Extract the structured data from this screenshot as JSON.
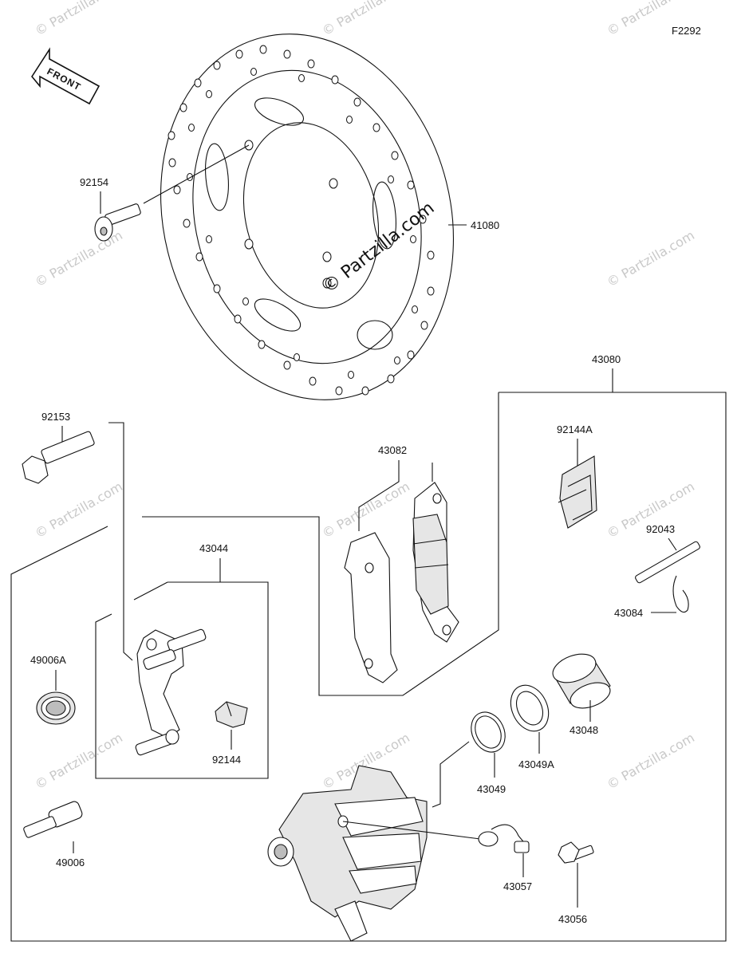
{
  "diagram_code": "F2292",
  "front_label": "FRONT",
  "watermark_small": "© Partzilla.com",
  "watermark_center": "© Partzilla.com",
  "parts": {
    "p41080": "41080",
    "p92154": "92154",
    "p92153": "92153",
    "p43080": "43080",
    "p92144A": "92144A",
    "p43082": "43082",
    "p92043": "92043",
    "p43084": "43084",
    "p43044": "43044",
    "p49006A": "49006A",
    "p92144": "92144",
    "p43048": "43048",
    "p43049A": "43049A",
    "p43049": "43049",
    "p49006": "49006",
    "p43057": "43057",
    "p43056": "43056"
  }
}
